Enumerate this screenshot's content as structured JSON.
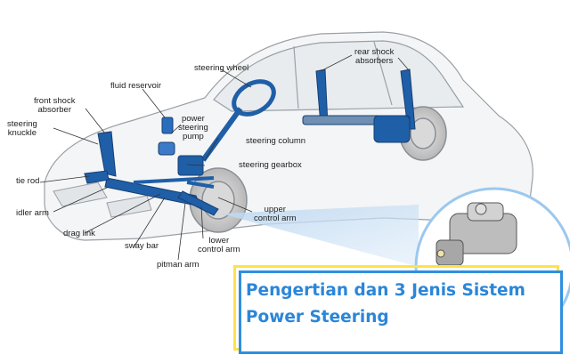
{
  "labels": {
    "steering_wheel": "steering wheel",
    "fluid_reservoir": "fluid reservoir",
    "rear_shock_absorbers": "rear shock\nabsorbers",
    "front_shock_absorber": "front shock\nabsorber",
    "steering_knuckle": "steering\nknuckle",
    "power_steering_pump": "power\nsteering\npump",
    "steering_column": "steering column",
    "steering_gearbox": "steering gearbox",
    "tie_rod": "tie rod",
    "idler_arm": "idler arm",
    "drag_link": "drag link",
    "sway_bar": "sway bar",
    "pitman_arm": "pitman arm",
    "lower_control_arm": "lower\ncontrol arm",
    "upper_control_arm": "upper\ncontrol arm"
  },
  "caption": {
    "line1": "Pengertian dan 3 Jenis Sistem",
    "line2": "Power Steering"
  },
  "colors": {
    "part_blue": "#1f5fa8",
    "caption_blue": "#2b86d8",
    "frame_yellow": "#ffe14a",
    "frame_blue": "#2f8fe0"
  }
}
